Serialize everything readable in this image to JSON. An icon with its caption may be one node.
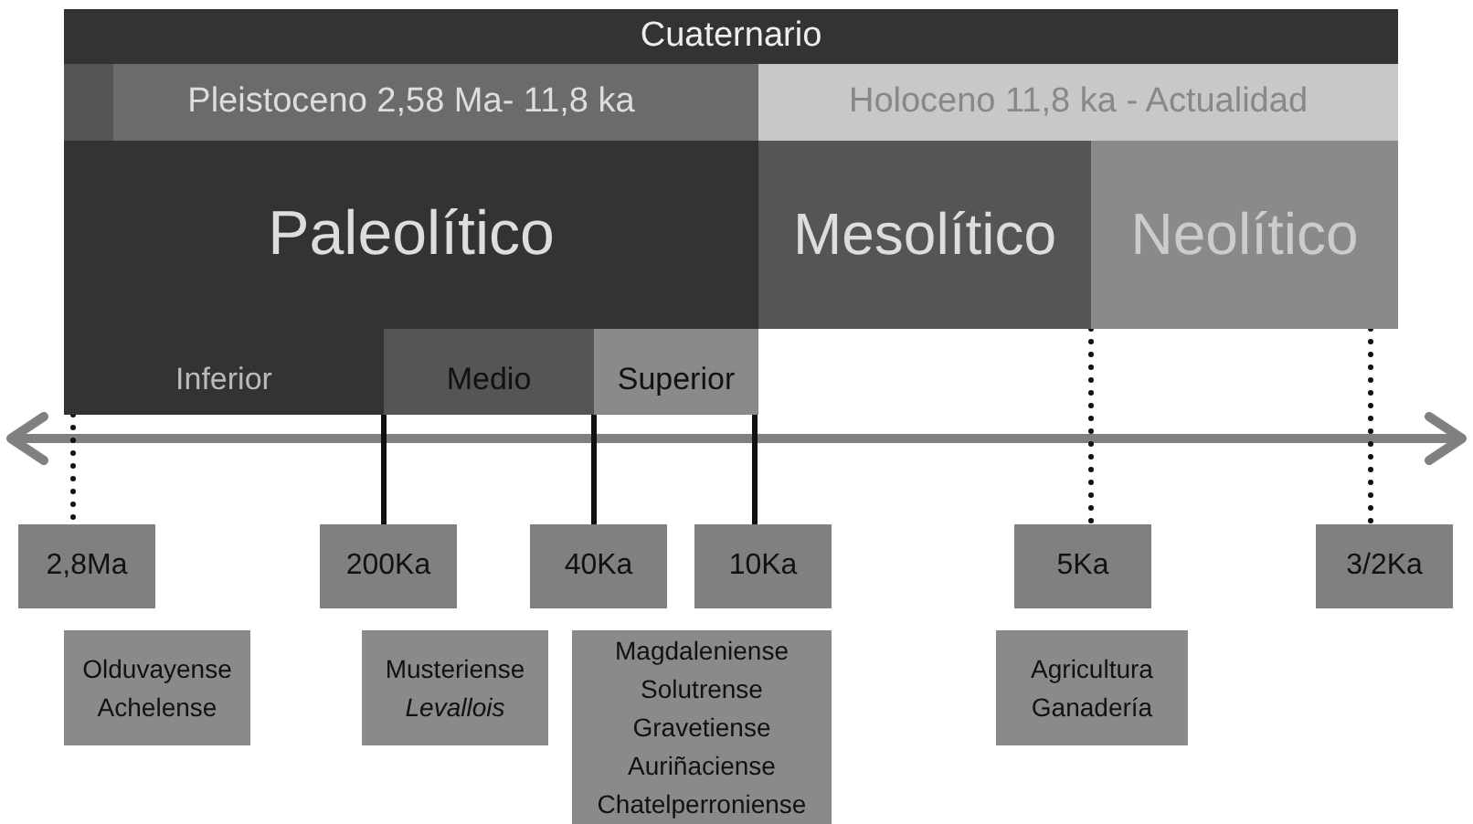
{
  "diagram": {
    "nodes": [
      {
        "text": [
          "Cuaternario"
        ]
      },
      {
        "text": [
          "Pleistoceno 2,58 Ma- 11,8 ka"
        ]
      },
      {
        "text": [
          "Holoceno 11,8 ka - Actualidad"
        ]
      },
      {
        "text": [
          "Paleolítico"
        ]
      },
      {
        "text": [
          "Mesolítico"
        ]
      },
      {
        "text": [
          "Neolítico"
        ]
      },
      {
        "text": [
          "Inferior"
        ]
      },
      {
        "text": [
          "Medio"
        ]
      },
      {
        "text": [
          "Superior"
        ]
      },
      {
        "text": [
          "2,8Ma"
        ]
      },
      {
        "text": [
          "200Ka"
        ]
      },
      {
        "text": [
          "40Ka"
        ]
      },
      {
        "text": [
          "10Ka"
        ]
      },
      {
        "text": [
          "5Ka"
        ]
      },
      {
        "text": [
          "3/2Ka"
        ]
      },
      {
        "text": [
          "Olduvayense Achelense"
        ]
      },
      {
        "text": [
          "Musteriense *Levallois*"
        ]
      },
      {
        "text": [
          "Magdaleniense Solutrense Gravetiense Auriñaciense Chatelperroniense"
        ]
      },
      {
        "text": [
          "Agricultura Ganadería"
        ]
      }
    ],
    "edges": [
      {
        "from": 6,
        "to": 9,
        "arrow": "none",
        "style": "dashed"
      },
      {
        "from": 7,
        "to": 10,
        "arrow": "none"
      },
      {
        "from": 8,
        "to": 11,
        "arrow": "none"
      },
      {
        "from": 8,
        "to": 12,
        "arrow": "none"
      },
      {
        "from": 5,
        "to": 13,
        "arrow": "none",
        "style": "dashed"
      },
      {
        "from": 5,
        "to": 14,
        "arrow": "none",
        "style": "dashed"
      }
    ]
  }
}
